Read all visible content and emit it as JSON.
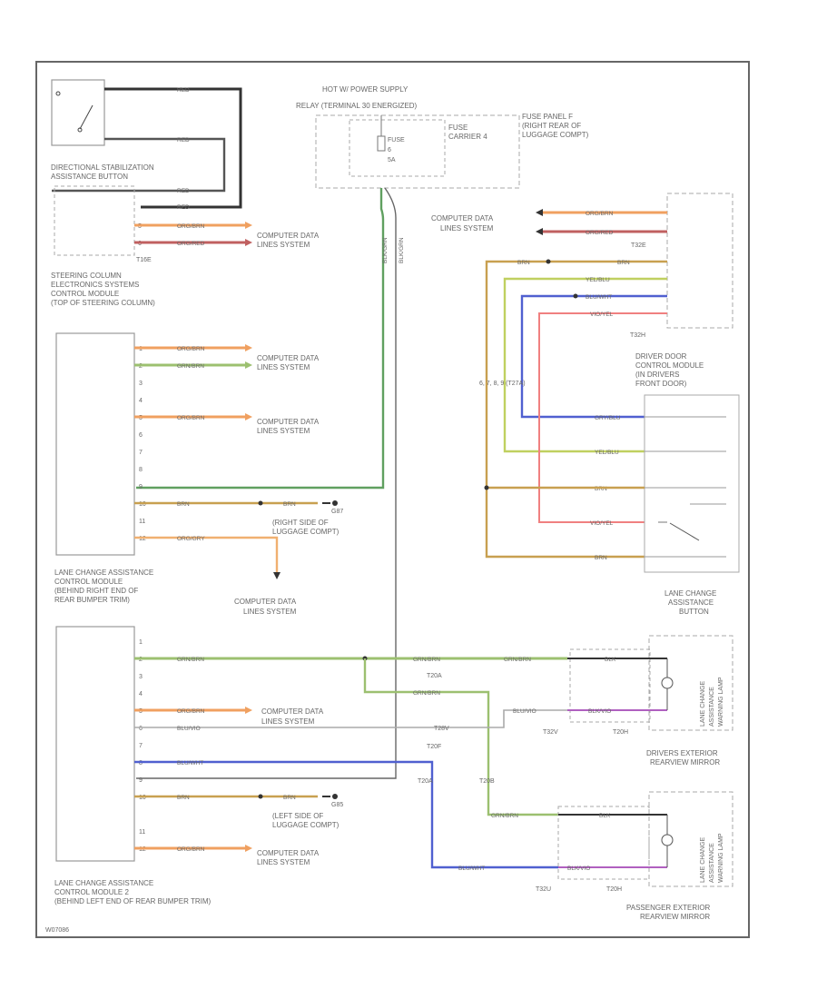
{
  "wire_colors": {
    "org_brn": "#f0a060",
    "org_grn": "#f0b070",
    "org_red": "#c06060",
    "brn": "#c8a050",
    "grn_brn": "#9cc070",
    "yel_blu": "#c0d060",
    "blu_grn": "#5060d0",
    "vio_yel": "#f08080",
    "blk_grn": "#60a060",
    "gray_blu": "#a0a0a0",
    "blk_vio": "#b060c0",
    "blk": "#333333",
    "red": "#b03030"
  },
  "texts": {
    "hot_power_1": "HOT W/ POWER SUPPLY",
    "hot_power_2": "RELAY (TERMINAL 30 ENERGIZED)",
    "fuse": "FUSE",
    "fuse_num": "6",
    "fuse_amp": "5A",
    "fuse_carrier_1": "FUSE",
    "fuse_carrier_2": "CARRIER 4",
    "fuse_panel_1": "FUSE PANEL F",
    "fuse_panel_2": "(RIGHT REAR OF",
    "fuse_panel_3": "LUGGAGE COMPT)",
    "dir_stab_1": "DIRECTIONAL STABILIZATION",
    "dir_stab_2": "ASSISTANCE BUTTON",
    "t16_label": "T16E",
    "steer_1": "STEERING COLUMN",
    "steer_2": "ELECTRONICS SYSTEMS",
    "steer_3": "CONTROL MODULE",
    "steer_4": "(TOP OF STEERING COLUMN)",
    "cdl": "COMPUTER DATA",
    "cdl2": "LINES SYSTEM",
    "ground_right_1": "(RIGHT SIDE OF",
    "ground_right_2": "LUGGAGE COMPT)",
    "ground_left_1": "(LEFT SIDE OF",
    "ground_left_2": "LUGGAGE COMPT)",
    "ground_right_id": "G87",
    "ground_left_id": "G85",
    "lca1_1": "LANE CHANGE ASSISTANCE",
    "lca1_2": "CONTROL MODULE",
    "lca1_3": "(BEHIND RIGHT END OF",
    "lca1_4": "REAR BUMPER TRIM)",
    "lca2_1": "LANE CHANGE ASSISTANCE",
    "lca2_2": "CONTROL MODULE 2",
    "lca2_3": "(BEHIND LEFT END OF REAR BUMPER TRIM)",
    "ddcm_1": "DRIVER DOOR",
    "ddcm_2": "CONTROL MODULE",
    "ddcm_3": "(IN DRIVERS",
    "ddcm_4": "FRONT DOOR)",
    "t32e": "T32E",
    "t32h": "T32H",
    "t32h_pins": "6, 7, 8, 9  (T27A)",
    "lca_btn_1": "LANE CHANGE",
    "lca_btn_2": "ASSISTANCE",
    "lca_btn_3": "BUTTON",
    "drv_mirror_1": "DRIVERS EXTERIOR",
    "drv_mirror_2": "REARVIEW MIRROR",
    "pass_mirror_1": "PASSENGER EXTERIOR",
    "pass_mirror_2": "REARVIEW MIRROR",
    "lca_warn_1": "LANE CHANGE",
    "lca_warn_2": "ASSISTANCE",
    "lca_warn_3": "WARNING LAMP",
    "t20a": "T20A",
    "t28v": "T28V",
    "t20f": "T20F",
    "t32v": "T32V",
    "t20a_b": "T20A",
    "t20b": "T20B",
    "t32u": "T32U",
    "t20h": "T20H",
    "footer_code": "W07086"
  },
  "wire_tags": {
    "red": "RED",
    "org_brn": "ORG/BRN",
    "org_red": "ORG/RED",
    "blk_grn": "BLK/GRN",
    "brn": "BRN",
    "org_gry": "ORG/GRY",
    "grn_brn": "GRN/BRN",
    "blu_vio": "BLU/VIO",
    "blu_wht": "BLU/WHT",
    "gry_blu": "GRY/BLU",
    "yel_blu": "YEL/BLU",
    "vio_yel": "VIO/YEL",
    "blk_vio": "BLK/VIO",
    "blk": "BLK"
  }
}
